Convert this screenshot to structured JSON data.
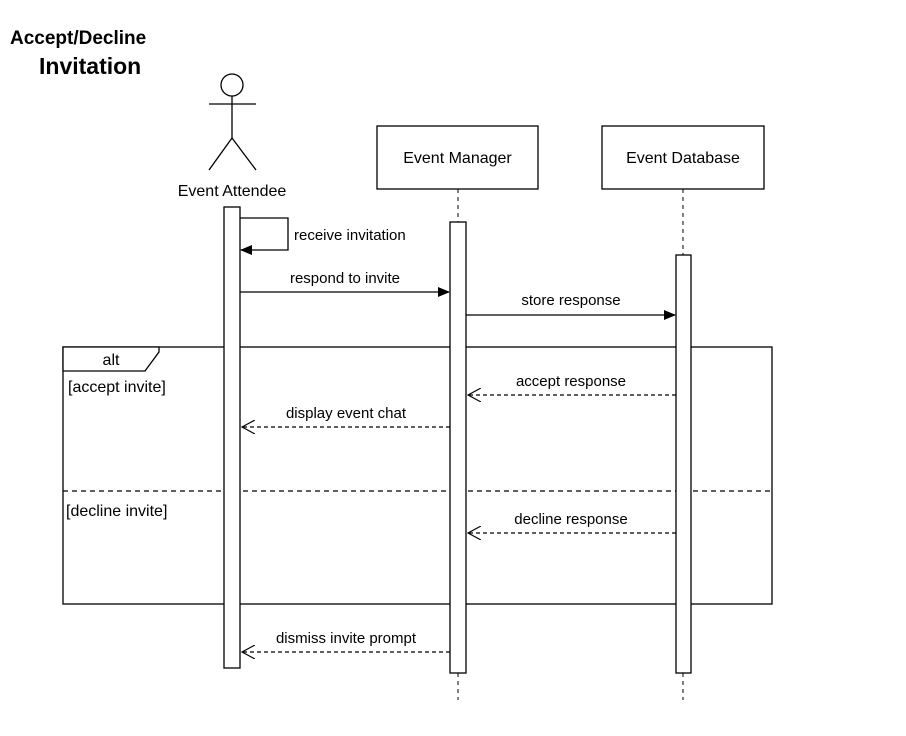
{
  "title": {
    "line1": "Accept/Decline",
    "line2": "Invitation"
  },
  "lifelines": {
    "attendee": "Event Attendee",
    "manager": "Event Manager",
    "database": "Event Database"
  },
  "messages": {
    "receive": "receive invitation",
    "respond": "respond to invite",
    "store": "store response",
    "accept_response": "accept response",
    "display_chat": "display event chat",
    "decline_response": "decline response",
    "dismiss": "dismiss invite prompt"
  },
  "fragment": {
    "operator": "alt",
    "guard_accept": "[accept invite]",
    "guard_decline": "[decline invite]"
  },
  "colors": {
    "stroke": "#000000",
    "background": "#ffffff"
  }
}
